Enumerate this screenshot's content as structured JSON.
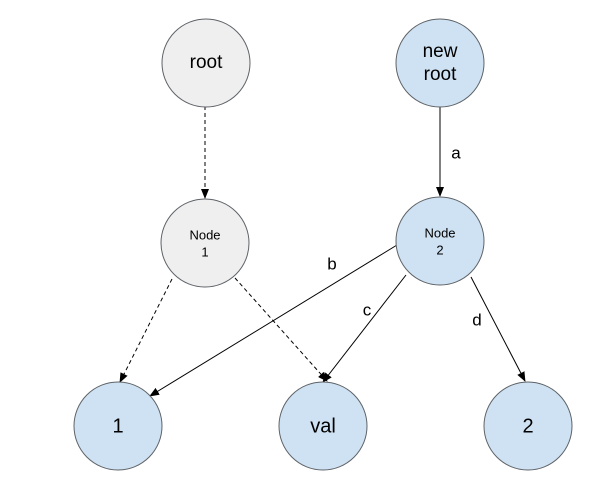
{
  "nodes": {
    "root": {
      "lines": [
        "root"
      ],
      "fill": "#efefef"
    },
    "new_root": {
      "lines": [
        "new",
        "root"
      ],
      "fill": "#cfe2f3"
    },
    "node1": {
      "lines": [
        "Node",
        "1"
      ],
      "fill": "#efefef"
    },
    "node2": {
      "lines": [
        "Node",
        "2"
      ],
      "fill": "#cfe2f3"
    },
    "leaf1": {
      "lines": [
        "1"
      ],
      "fill": "#cfe2f3"
    },
    "val": {
      "lines": [
        "val"
      ],
      "fill": "#cfe2f3"
    },
    "leaf2": {
      "lines": [
        "2"
      ],
      "fill": "#cfe2f3"
    }
  },
  "edges": {
    "a": {
      "label": "a",
      "style": "solid"
    },
    "b": {
      "label": "b",
      "style": "solid"
    },
    "c": {
      "label": "c",
      "style": "solid"
    },
    "d": {
      "label": "d",
      "style": "solid"
    },
    "root_to_node1": {
      "label": "",
      "style": "dashed"
    },
    "node1_to_leaf1": {
      "label": "",
      "style": "dashed"
    },
    "node1_to_val": {
      "label": "",
      "style": "dashed"
    }
  },
  "colors": {
    "old_node": "#efefef",
    "new_node": "#cfe2f3",
    "outline": "#5f6368",
    "edge": "#000000"
  }
}
